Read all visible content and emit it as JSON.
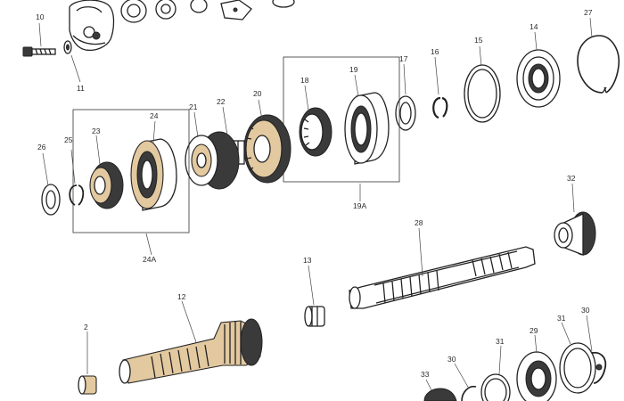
{
  "labels": {
    "l2": "2",
    "l10": "10",
    "l11": "11",
    "l12": "12",
    "l13": "13",
    "l14": "14",
    "l15": "15",
    "l16": "16",
    "l17": "17",
    "l18": "18",
    "l19": "19",
    "l19a": "19A",
    "l20": "20",
    "l21": "21",
    "l22": "22",
    "l23": "23",
    "l24": "24",
    "l24a": "24A",
    "l25": "25",
    "l26": "26",
    "l27": "27",
    "l28": "28",
    "l29": "29",
    "l30a": "30",
    "l30b": "30",
    "l31a": "31",
    "l31b": "31",
    "l32": "32",
    "l33": "33"
  }
}
